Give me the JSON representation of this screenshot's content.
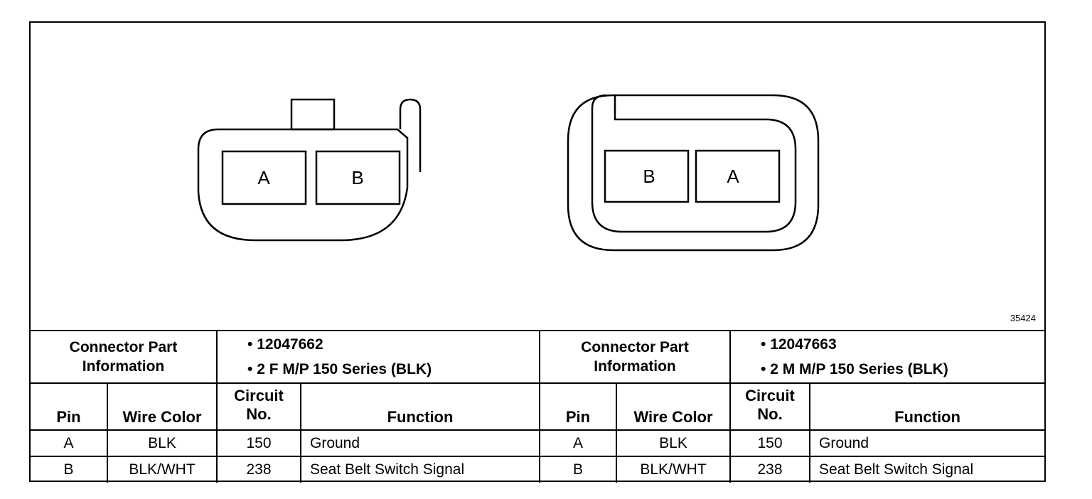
{
  "figure_id": "35424",
  "connectors": [
    {
      "pins_drawn": [
        "A",
        "B"
      ],
      "info_label": "Connector Part Information",
      "part_info": [
        "12047662",
        "2 F M/P 150 Series (BLK)"
      ]
    },
    {
      "pins_drawn": [
        "B",
        "A"
      ],
      "info_label": "Connector Part Information",
      "part_info": [
        "12047663",
        "2 M M/P 150 Series (BLK)"
      ]
    }
  ],
  "columns": {
    "pin": "Pin",
    "wire_color": "Wire Color",
    "circuit_no": "Circuit No.",
    "function": "Function"
  },
  "rows": [
    {
      "pin": "A",
      "wire_color": "BLK",
      "circuit": "150",
      "function": "Ground"
    },
    {
      "pin": "B",
      "wire_color": "BLK/WHT",
      "circuit": "238",
      "function": "Seat Belt Switch Signal"
    }
  ]
}
